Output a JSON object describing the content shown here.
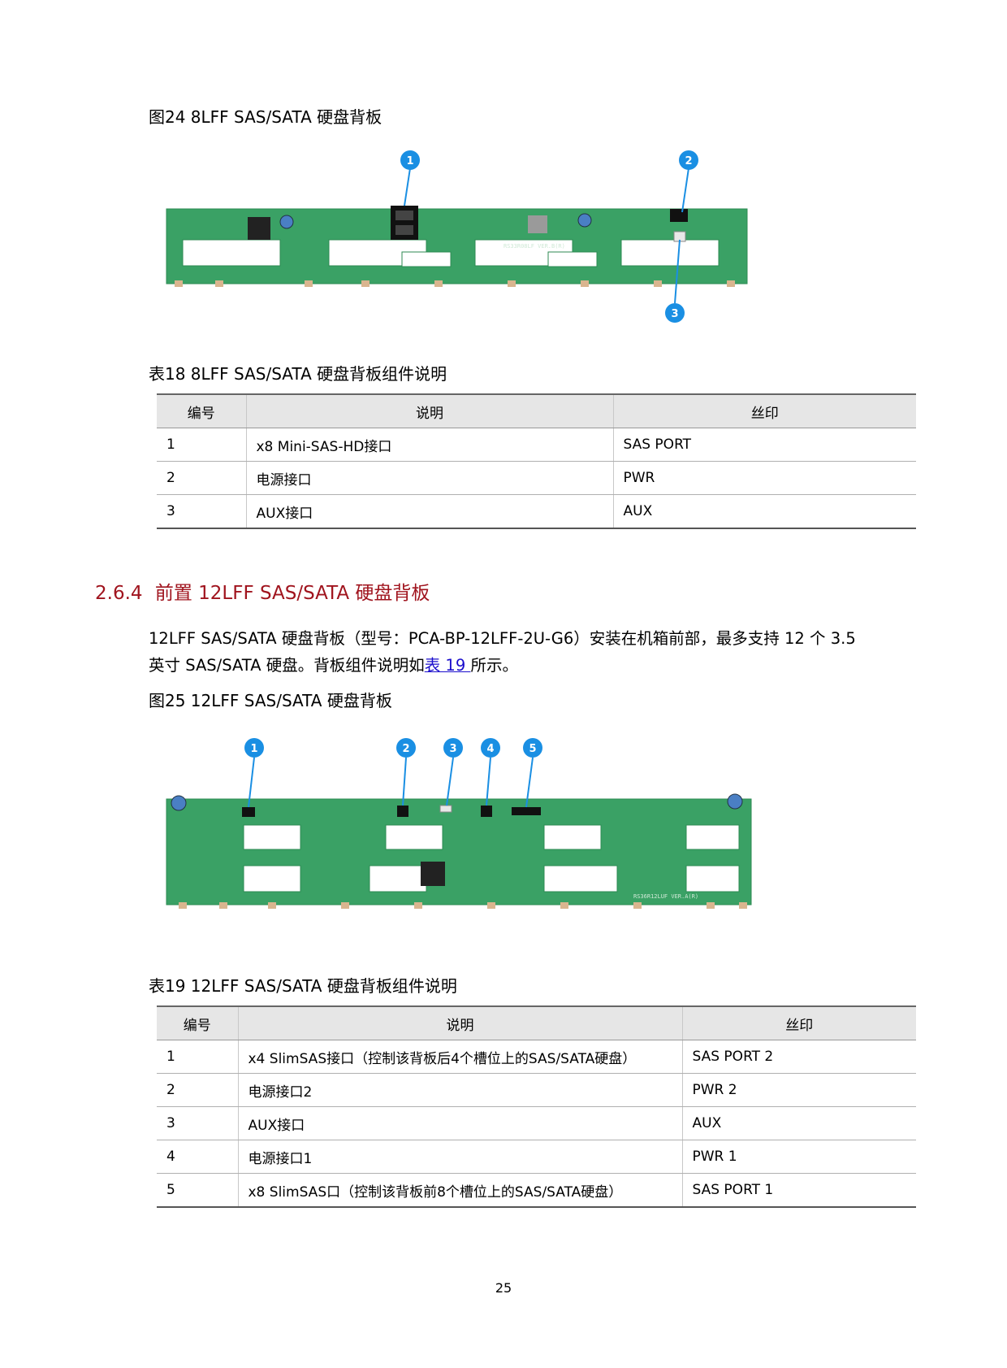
{
  "fig24": {
    "caption": "图24 8LFF SAS/SATA 硬盘背板",
    "callouts": [
      "1",
      "2",
      "3"
    ],
    "silkscreen": "RS33R08LF VER.B(R)"
  },
  "table18": {
    "caption": "表18 8LFF SAS/SATA 硬盘背板组件说明",
    "headers": [
      "编号",
      "说明",
      "丝印"
    ],
    "rows": [
      [
        "1",
        "x8 Mini-SAS-HD接口",
        "SAS PORT"
      ],
      [
        "2",
        "电源接口",
        "PWR"
      ],
      [
        "3",
        "AUX接口",
        "AUX"
      ]
    ]
  },
  "section": {
    "number": "2.6.4",
    "title": "前置 12LFF SAS/SATA 硬盘背板",
    "para_line1": "12LFF SAS/SATA 硬盘背板（型号：PCA-BP-12LFF-2U-G6）安装在机箱前部，最多支持 12 个 3.5",
    "para_line2_pre": "英寸 SAS/SATA 硬盘。背板组件说明如",
    "para_link": "表 19 ",
    "para_line2_post": "所示。"
  },
  "fig25": {
    "caption": "图25 12LFF SAS/SATA 硬盘背板",
    "callouts": [
      "1",
      "2",
      "3",
      "4",
      "5"
    ],
    "silkscreen": "RS36R12LUF VER.A(R)"
  },
  "table19": {
    "caption": "表19 12LFF SAS/SATA 硬盘背板组件说明",
    "headers": [
      "编号",
      "说明",
      "丝印"
    ],
    "rows": [
      [
        "1",
        "x4 SlimSAS接口（控制该背板后4个槽位上的SAS/SATA硬盘）",
        "SAS PORT 2"
      ],
      [
        "2",
        "电源接口2",
        "PWR 2"
      ],
      [
        "3",
        "AUX接口",
        "AUX"
      ],
      [
        "4",
        "电源接口1",
        "PWR 1"
      ],
      [
        "5",
        "x8 SlimSAS口（控制该背板前8个槽位上的SAS/SATA硬盘）",
        "SAS PORT 1"
      ]
    ]
  },
  "page_number": "25",
  "colors": {
    "pcb_green": "#3aa165",
    "callout_blue": "#1a8fe3",
    "heading_red": "#a0141e",
    "link_blue": "#1a0dcc"
  }
}
